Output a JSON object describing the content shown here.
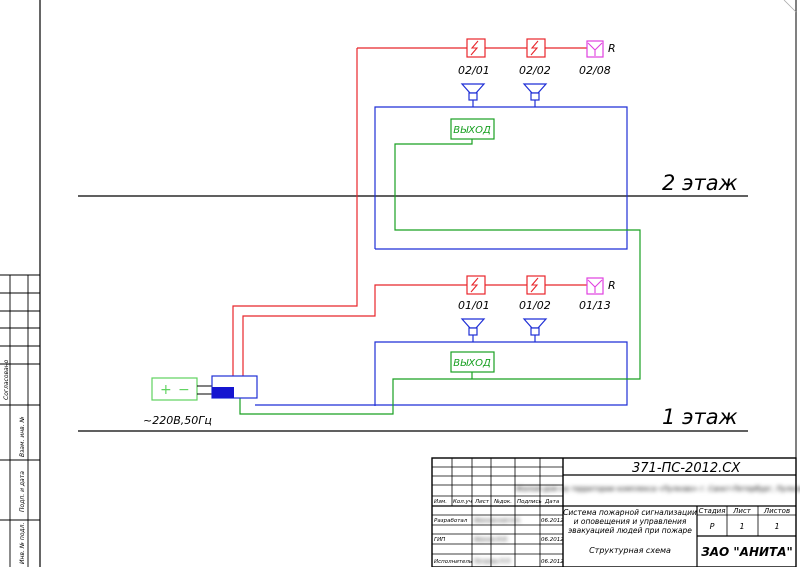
{
  "floors": {
    "floor2": "2 этаж",
    "floor1": "1 этаж"
  },
  "devices": {
    "f2_det1": "02/01",
    "f2_det2": "02/02",
    "f2_manual": "02/08",
    "f1_det1": "01/01",
    "f1_det2": "01/02",
    "f1_manual": "01/13",
    "resistor_mark": "R",
    "exit_label": "ВЫХОД"
  },
  "power": {
    "plus": "+",
    "minus": "−",
    "label": "~220В,50Гц"
  },
  "side_stamp": {
    "agreed": "Согласовано",
    "inv_zam": "Взам. инв. №",
    "sign_date": "Подп. и дата",
    "inv_orig": "Инв. № подл."
  },
  "title_block": {
    "doc_code": "371-ПС-2012.СХ",
    "object_name": "Жилой дом на территории комплекса «Пулково» г. Санкт-Петербург, Пулковское шоссе",
    "headers": [
      "Изм.",
      "Кол.уч",
      "Лист",
      "№док.",
      "Подпись",
      "Дата"
    ],
    "rows": [
      {
        "role": "Разработал",
        "name": "Ивановский А.А.",
        "date": "06.2012"
      },
      {
        "role": "ГИП",
        "name": "Иванов И.И.",
        "date": "06.2012"
      },
      {
        "role": "Исполнитель",
        "name": "Петрова П.П.",
        "date": "06.2012"
      }
    ],
    "system_title": [
      "Система пожарной сигнализации",
      "и оповещения и управления",
      "эвакуацией людей при пожаре"
    ],
    "stage_header": "Стадия",
    "sheet_header": "Лист",
    "sheets_header": "Листов",
    "stage": "Р",
    "sheet": "1",
    "sheets": "1",
    "sheet_name": "Структурная схема",
    "company": "ЗАО \"АНИТА\""
  },
  "colors": {
    "red": "#e8262b",
    "blue": "#1f2fd6",
    "green": "#19a022",
    "magenta": "#e040e0",
    "pale_green": "#5fd35f",
    "black": "#000000"
  }
}
